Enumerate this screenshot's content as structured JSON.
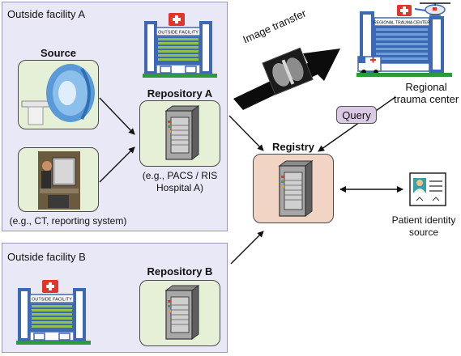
{
  "facility_a": {
    "label": "Outside facility A",
    "source_label": "Source",
    "source_caption": "(e.g., CT, reporting system)",
    "repository_label": "Repository A",
    "repository_caption_1": "(e.g., PACS / RIS",
    "repository_caption_2": "Hospital A)",
    "building_sign": "OUTSIDE FACILITY"
  },
  "facility_b": {
    "label": "Outside facility B",
    "repository_label": "Repository B",
    "building_sign": "OUTSIDE FACILITY"
  },
  "image_transfer_label": "Image transfer",
  "trauma_center": {
    "building_sign": "REGIONAL TRAUMA CENTER",
    "label_1": "Regional",
    "label_2": "trauma center"
  },
  "query_label": "Query",
  "registry_label": "Registry",
  "patient_identity": {
    "label_1": "Patient identity",
    "label_2": "source"
  },
  "colors": {
    "facility_bg": "#e9e8f6",
    "node_green": "#e6f0d6",
    "registry_bg": "#f2d4c5",
    "query_bg": "#dcc9e6",
    "building_blue": "#3d68b4",
    "building_stripes": "#8fc14b",
    "red_cross": "#e0352b"
  }
}
